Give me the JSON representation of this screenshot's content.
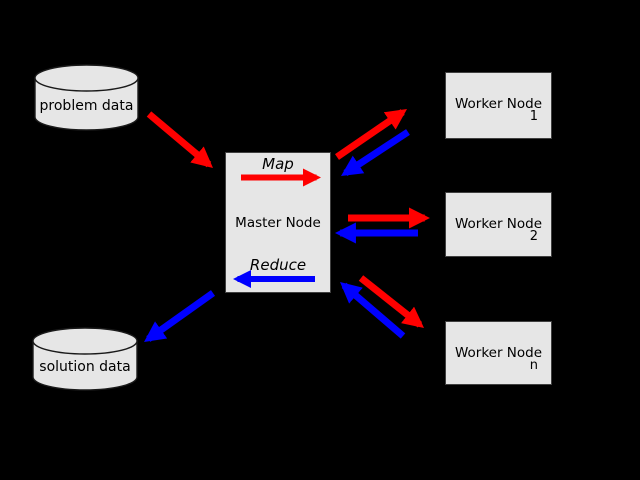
{
  "diagram": {
    "title_semantic": "mapreduce-architecture-diagram",
    "colors": {
      "background": "#000000",
      "map_flow_red": "#ff0000",
      "reduce_flow_blue": "#0000ff",
      "node_fill": "#e6e6e6",
      "node_stroke": "#404040",
      "text": "#000000"
    },
    "datastores": {
      "problem": {
        "label": "problem data"
      },
      "solution": {
        "label": "solution data"
      }
    },
    "master": {
      "label": "Master Node",
      "map_label": "Map",
      "reduce_label": "Reduce"
    },
    "workers": [
      {
        "label": "Worker Node",
        "subscript": "1"
      },
      {
        "label": "Worker Node",
        "subscript": "2"
      },
      {
        "label": "Worker Node",
        "subscript": "n"
      }
    ],
    "edges": [
      {
        "name": "problem-data-to-master",
        "color": "red"
      },
      {
        "name": "master-map-internal",
        "color": "red"
      },
      {
        "name": "master-to-worker-1",
        "color": "red"
      },
      {
        "name": "worker-1-to-master",
        "color": "blue"
      },
      {
        "name": "master-to-worker-2",
        "color": "red"
      },
      {
        "name": "worker-2-to-master",
        "color": "blue"
      },
      {
        "name": "master-to-worker-n",
        "color": "red"
      },
      {
        "name": "worker-n-to-master",
        "color": "blue"
      },
      {
        "name": "master-reduce-internal",
        "color": "blue"
      },
      {
        "name": "master-to-solution-data",
        "color": "blue"
      }
    ]
  }
}
